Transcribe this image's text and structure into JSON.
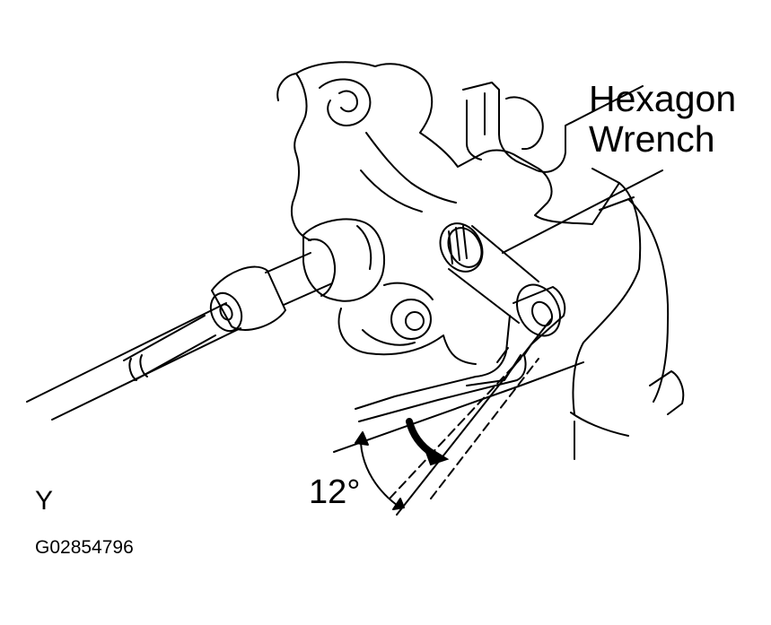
{
  "labels": {
    "tool_line_1": "Hexagon",
    "tool_line_2": "Wrench",
    "angle": "12°",
    "corner_mark": "Y",
    "figure_id": "G02854796"
  },
  "colors": {
    "ink": "#000000",
    "paper": "#ffffff"
  },
  "icons": {
    "rotation_arrow": "curved-arrow-clockwise"
  }
}
